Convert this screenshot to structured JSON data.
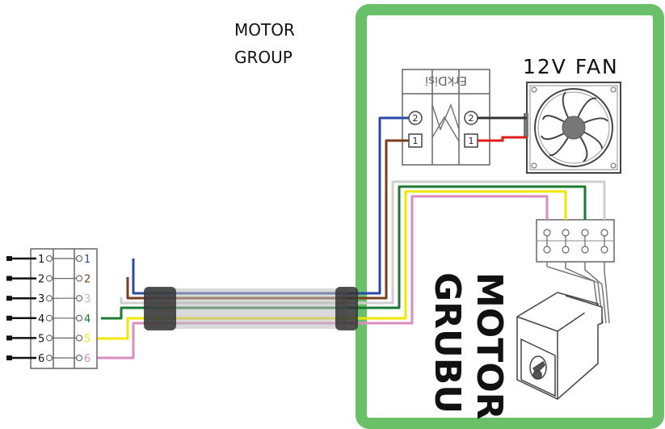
{
  "diagram": {
    "title_lines": [
      "MOTOR",
      "GROUP"
    ],
    "fan_label": "12V FAN",
    "relay_label": "ErkDisi",
    "group_label_lines": [
      "MOTOR",
      "GRUBU"
    ],
    "relay_terminals": [
      {
        "side": "left",
        "label": "2",
        "shape": "circle"
      },
      {
        "side": "left",
        "label": "1",
        "shape": "square"
      },
      {
        "side": "right",
        "label": "2",
        "shape": "circle"
      },
      {
        "side": "right",
        "label": "1",
        "shape": "square"
      }
    ],
    "connector_pins": [
      {
        "num": "1",
        "color": "#2a4aa8"
      },
      {
        "num": "2",
        "color": "#7a3e1c"
      },
      {
        "num": "3",
        "color": "#cfcfcf"
      },
      {
        "num": "4",
        "color": "#1a7a30"
      },
      {
        "num": "5",
        "color": "#f2e600"
      },
      {
        "num": "6",
        "color": "#d98cc0"
      }
    ],
    "colors": {
      "frame": "#6abf69",
      "blue": "#2a4aa8",
      "brown": "#7a3e1c",
      "white": "#cfcfcf",
      "green": "#1a7a30",
      "yellow": "#f2e600",
      "pink": "#d98cc0",
      "red": "#e21b1b",
      "black": "#333333"
    }
  }
}
